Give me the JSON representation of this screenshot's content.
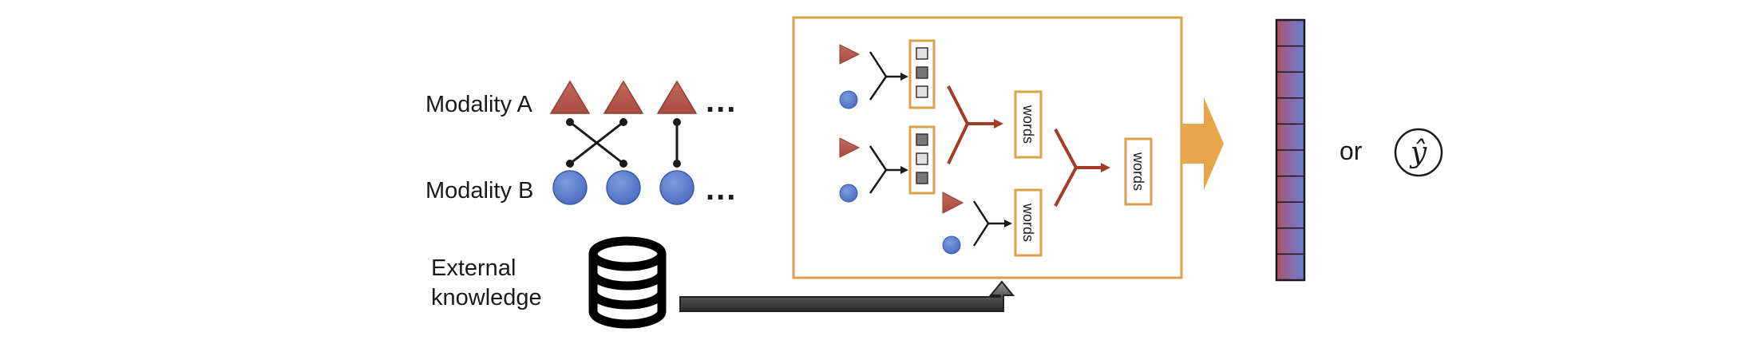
{
  "labels": {
    "modality_a": "Modality A",
    "modality_b": "Modality B",
    "external_line1": "External",
    "external_line2": "knowledge",
    "ellipsis": "...",
    "or": "or",
    "y_hat": "ŷ"
  },
  "words_boxes": [
    {
      "id": "words-box-top",
      "text": "words"
    },
    {
      "id": "words-box-bottom",
      "text": "words"
    },
    {
      "id": "words-box-final",
      "text": "words"
    }
  ],
  "token_boxes": {
    "top": [
      "light",
      "dark",
      "light"
    ],
    "middle": [
      "dark",
      "light",
      "dark"
    ]
  },
  "colors": {
    "triangle": "#b5574b",
    "circle": "#5b7ecf",
    "frame": "#d9a24a",
    "big_arrow": "#e8a64a",
    "branch": "#a53a25",
    "token_light": "#e0e0e0",
    "token_dark": "#777777"
  },
  "vector_cells": 10
}
